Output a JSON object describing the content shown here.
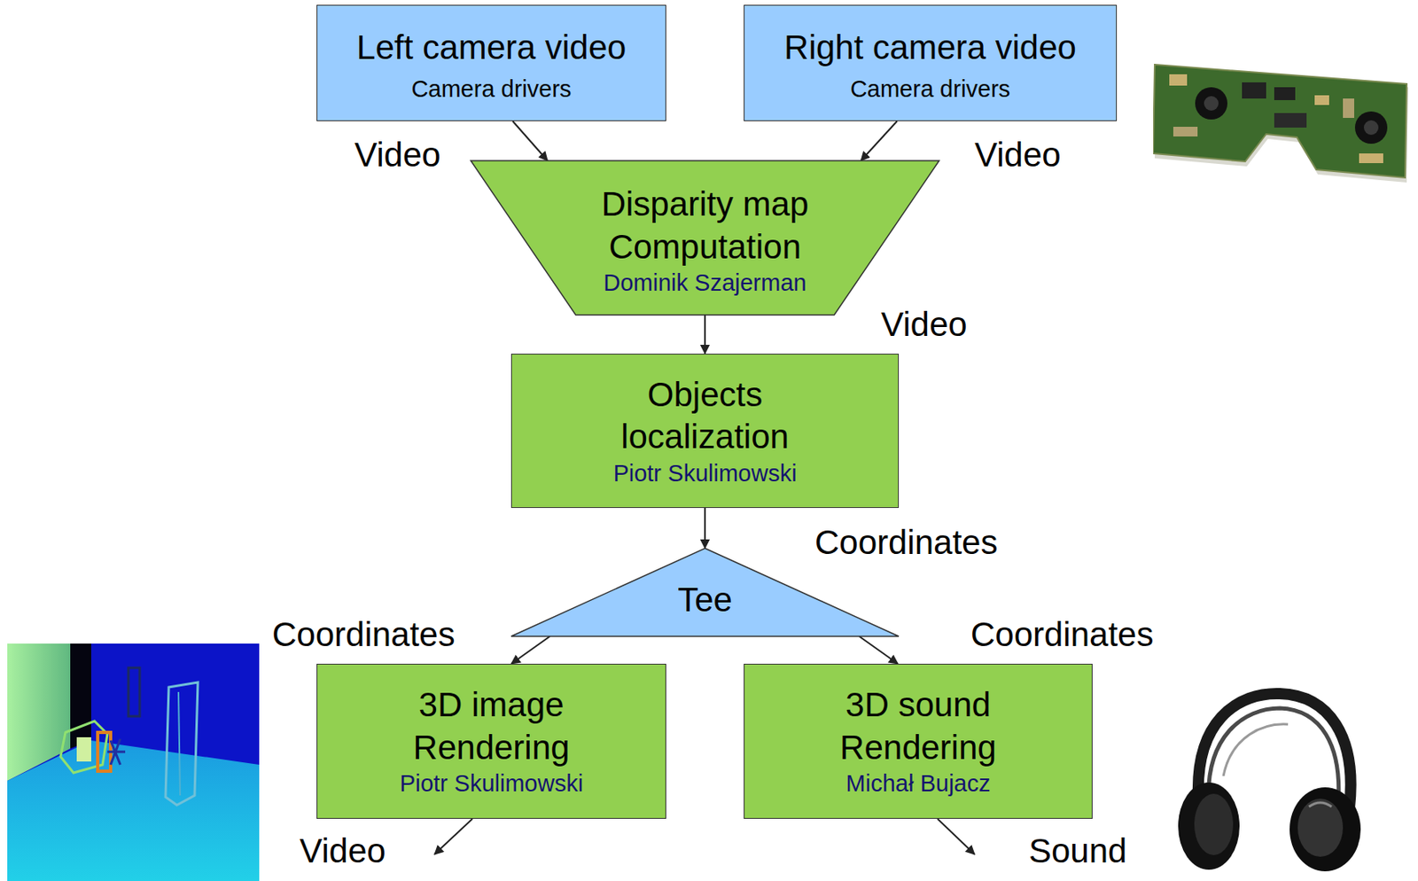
{
  "diagram": {
    "nodes": [
      {
        "text": [
          "Left camera video",
          "Camera drivers"
        ]
      },
      {
        "text": [
          "Right camera video",
          "Camera drivers"
        ]
      },
      {
        "text": [
          "Disparity map Computation",
          "Dominik Szajerman"
        ]
      },
      {
        "text": [
          "Objects localization",
          "Piotr Skulimowski"
        ]
      },
      {
        "text": [
          "Tee"
        ]
      },
      {
        "text": [
          "3D image Rendering",
          "Piotr Skulimowski"
        ]
      },
      {
        "text": [
          "3D sound Rendering",
          "Michał Bujacz"
        ]
      }
    ],
    "edges": [
      {
        "from": 0,
        "to": 2,
        "label": "Video",
        "arrow": "to"
      },
      {
        "from": 1,
        "to": 2,
        "label": "Video",
        "arrow": "to"
      },
      {
        "from": 2,
        "to": 3,
        "label": "Video",
        "arrow": "to"
      },
      {
        "from": 3,
        "to": 4,
        "label": "Coordinates",
        "arrow": "to"
      },
      {
        "from": 4,
        "to": 5,
        "label": "Coordinates",
        "arrow": "to"
      },
      {
        "from": 4,
        "to": 6,
        "label": "Coordinates",
        "arrow": "to"
      }
    ],
    "labels": [
      "Video",
      "Sound"
    ]
  }
}
